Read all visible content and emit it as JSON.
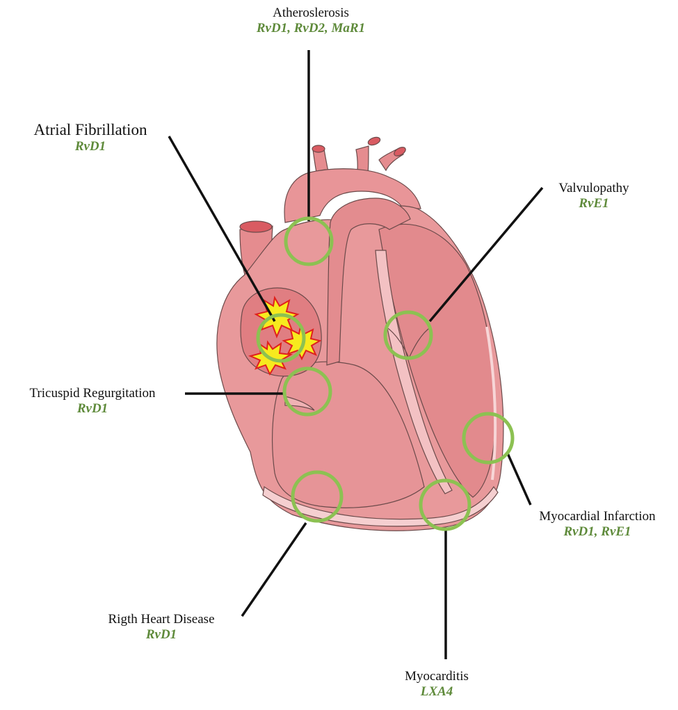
{
  "colors": {
    "marker_ring": "#8cc152",
    "mediator_text": "#5e8a3a",
    "heart_body": "#e8999b",
    "heart_dark": "#d97679",
    "heart_outline": "#6b4a4a",
    "lesion_fill": "#f7ea1e",
    "lesion_edge": "#e0201c"
  },
  "conditions": {
    "atherosclerosis": {
      "name": "Atheroslerosis",
      "mediators": "RvD1, RvD2, MaR1"
    },
    "atrial_fibrillation": {
      "name": "Atrial Fibrillation",
      "mediators": "RvD1"
    },
    "valvulopathy": {
      "name": "Valvulopathy",
      "mediators": "RvE1"
    },
    "tricuspid_regurgitation": {
      "name": "Tricuspid Regurgitation",
      "mediators": "RvD1"
    },
    "myocardial_infarction": {
      "name": "Myocardial Infarction",
      "mediators": "RvD1, RvE1"
    },
    "right_heart_disease": {
      "name": "Rigth Heart Disease",
      "mediators": "RvD1"
    },
    "myocarditis": {
      "name": "Myocarditis",
      "mediators": "LXA4"
    }
  }
}
